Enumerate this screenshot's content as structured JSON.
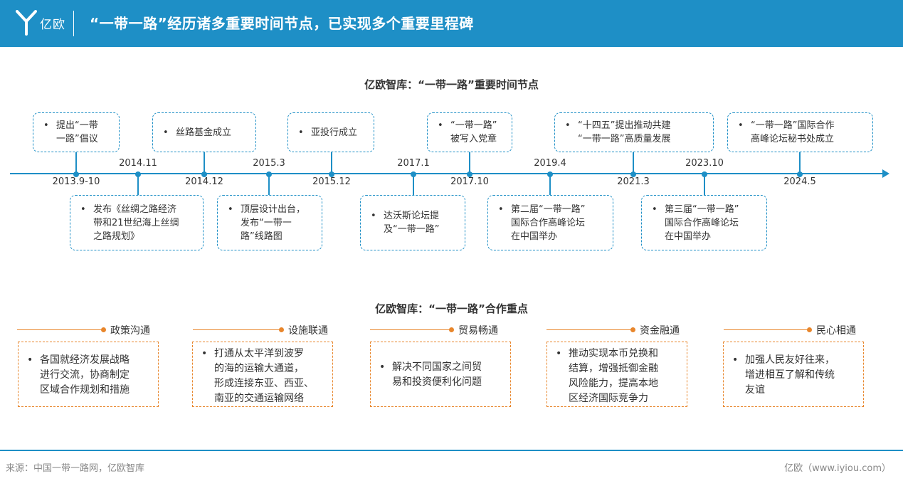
{
  "header": {
    "logo_text": "亿欧",
    "title": "“一带一路”经历诸多重要时间节点，已实现多个重要里程碑"
  },
  "timeline": {
    "title": "亿欧智库：“一带一路”重要时间节点",
    "dates": [
      "2013.9-10",
      "2014.11",
      "2014.12",
      "2015.3",
      "2015.12",
      "2017.1",
      "2017.10",
      "2019.4",
      "2021.3",
      "2023.10",
      "2024.5"
    ],
    "upper_boxes": [
      [
        "提出“一带",
        "一路”倡议"
      ],
      [
        "丝路基金成立"
      ],
      [
        "亚投行成立"
      ],
      [
        "“一带一路”",
        "被写入党章"
      ],
      [
        "“十四五”提出推动共建",
        "“一带一路”高质量发展"
      ],
      [
        "“一带一路”国际合作",
        "高峰论坛秘书处成立"
      ]
    ],
    "lower_boxes": [
      [
        "发布《丝绸之路经济",
        "带和21世纪海上丝绸",
        "之路规划》"
      ],
      [
        "顶层设计出台，",
        "发布“一带一",
        "路”线路图"
      ],
      [
        "达沃斯论坛提",
        "及“一带一路”"
      ],
      [
        "第二届“一带一路”",
        "国际合作高峰论坛",
        "在中国举办"
      ],
      [
        "第三届“一带一路”",
        "国际合作高峰论坛",
        "在中国举办"
      ]
    ]
  },
  "cooperation": {
    "title": "亿欧智库：“一带一路”合作重点",
    "items": [
      {
        "label": "政策沟通",
        "lines": [
          "各国就经济发展战略",
          "进行交流，协商制定",
          "区域合作规划和措施"
        ]
      },
      {
        "label": "设施联通",
        "lines": [
          "打通从太平洋到波罗",
          "的海的运输大通道，",
          "形成连接东亚、西亚、",
          "南亚的交通运输网络"
        ]
      },
      {
        "label": "贸易畅通",
        "lines": [
          "解决不同国家之间贸",
          "易和投资便利化问题"
        ]
      },
      {
        "label": "资金融通",
        "lines": [
          "推动实现本币兑换和",
          "结算，增强抵御金融",
          "风险能力，提高本地",
          "区经济国际竞争力"
        ]
      },
      {
        "label": "民心相通",
        "lines": [
          "加强人民友好往来，",
          "增进相互了解和传统",
          "友谊"
        ]
      }
    ]
  },
  "footer": {
    "source": "来源：中国一带一路网，亿欧智库",
    "brand": "亿欧（www.iyiou.com）"
  },
  "colors": {
    "blue": "#1e8fc6",
    "orange": "#e8862c"
  },
  "icons": {
    "bullet": "•"
  }
}
